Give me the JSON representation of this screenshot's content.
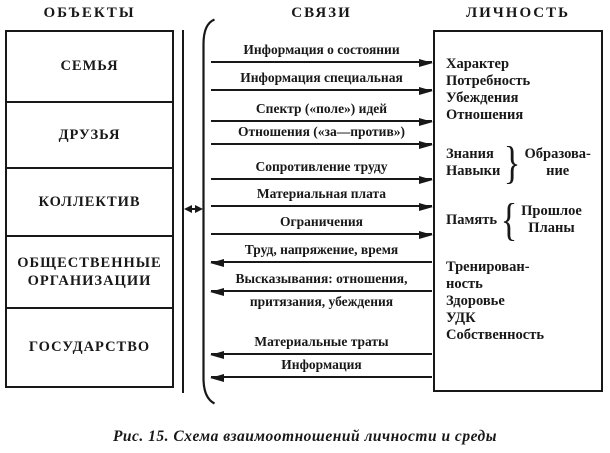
{
  "colors": {
    "ink": "#181818",
    "paper": "#ffffff"
  },
  "objects": {
    "header": "ОБЪЕКТЫ",
    "items": [
      "СЕМЬЯ",
      "ДРУЗЬЯ",
      "КОЛЛЕКТИВ",
      "ОБЩЕСТВЕННЫЕ ОРГАНИЗАЦИИ",
      "ГОСУДАРСТВО"
    ]
  },
  "links": {
    "header": "СВЯЗИ",
    "arrows": [
      {
        "label": "Информация о состоянии",
        "direction": "right"
      },
      {
        "label": "Информация специальная",
        "direction": "right"
      },
      {
        "label": "Спектр («поле») идей",
        "direction": "right"
      },
      {
        "label": "Отношения («за—против»)",
        "direction": "right"
      },
      {
        "label": "Сопротивление труду",
        "direction": "right"
      },
      {
        "label": "Материальная плата",
        "direction": "right"
      },
      {
        "label": "Ограничения",
        "direction": "right"
      },
      {
        "label": "Труд, напряжение, время",
        "direction": "left"
      },
      {
        "label": "Высказывания: отношения,",
        "label2": "притязания, убеждения",
        "direction": "left"
      },
      {
        "label": "Материальные траты",
        "direction": "left"
      },
      {
        "label": "Информация",
        "direction": "left"
      }
    ],
    "objects_connector": "двусторонняя связь"
  },
  "personality": {
    "header": "ЛИЧНОСТЬ",
    "traits_top": [
      "Характер",
      "Потребность",
      "Убеждения",
      "Отношения"
    ],
    "education_group": {
      "left": [
        "Знания",
        "Навыки"
      ],
      "brace": "}",
      "right": [
        "Образова-",
        "ние"
      ]
    },
    "memory_group": {
      "left": "Память",
      "brace": "{",
      "right": [
        "Прошлое",
        "Планы"
      ]
    },
    "traits_bottom": [
      "Тренирован-",
      "ность",
      "Здоровье",
      "УДК",
      "Собственность"
    ]
  },
  "caption": "Рис. 15. Схема взаимоотношений личности и среды"
}
